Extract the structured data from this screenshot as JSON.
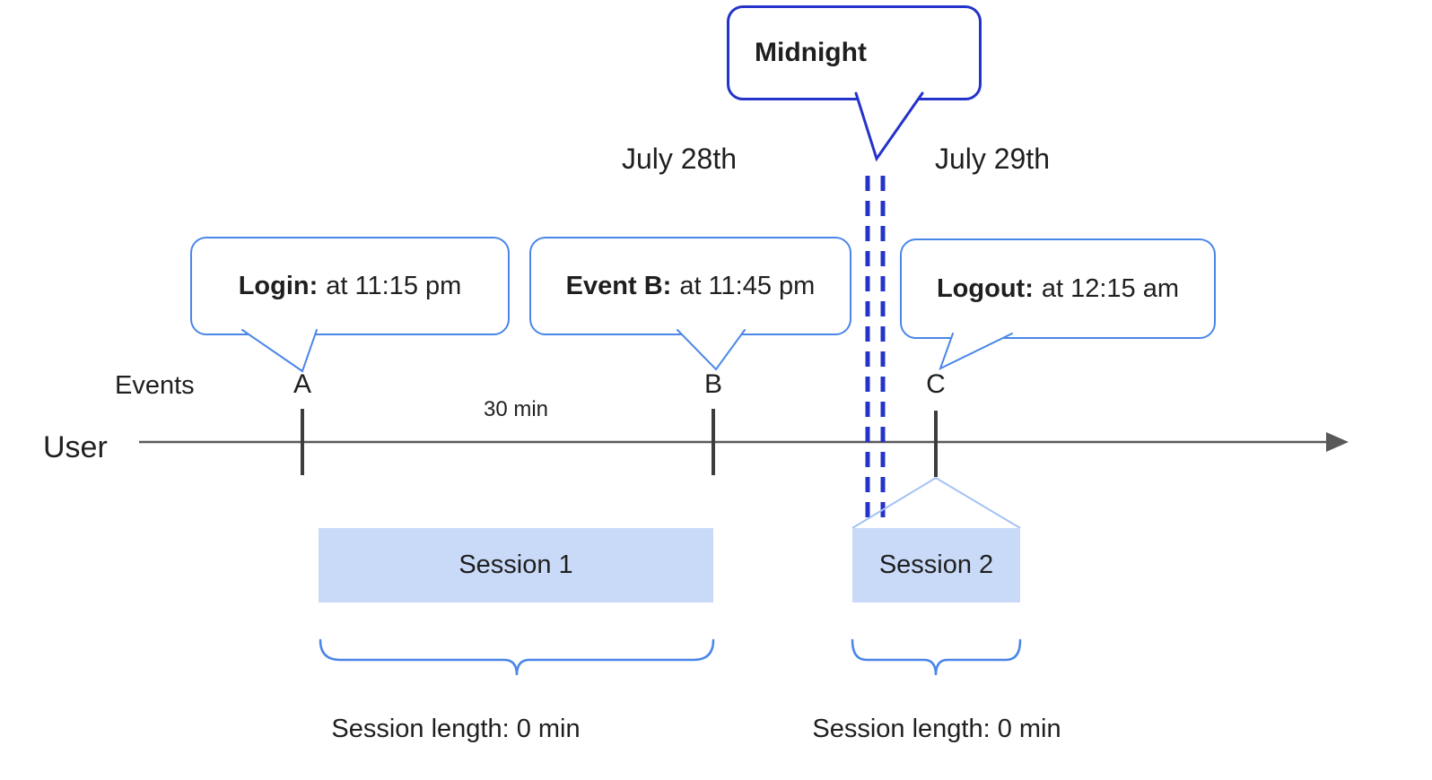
{
  "diagram": {
    "title_callout": {
      "label": "Midnight"
    },
    "dates": {
      "left": "July 28th",
      "right": "July 29th"
    },
    "callouts": [
      {
        "bold": "Login:",
        "text": "at 11:15 pm"
      },
      {
        "bold": "Event B:",
        "text": "at 11:45 pm"
      },
      {
        "bold": "Logout:",
        "text": "at 12:15 am"
      }
    ],
    "axis": {
      "events_label": "Events",
      "user_label": "User",
      "interval_label": "30 min",
      "markers": [
        "A",
        "B",
        "C"
      ]
    },
    "sessions": [
      {
        "label": "Session 1",
        "length": "Session length: 0 min"
      },
      {
        "label": "Session 2",
        "length": "Session length: 0 min"
      }
    ],
    "colors": {
      "callout_border": "#4a86e8",
      "midnight_border": "#2433c9",
      "dashed_line": "#2433c9",
      "session_fill": "#c9daf8",
      "timeline": "#595959",
      "tick": "#3d3d3d",
      "brace": "#4a86e8",
      "connector": "#a4c2f4"
    }
  }
}
